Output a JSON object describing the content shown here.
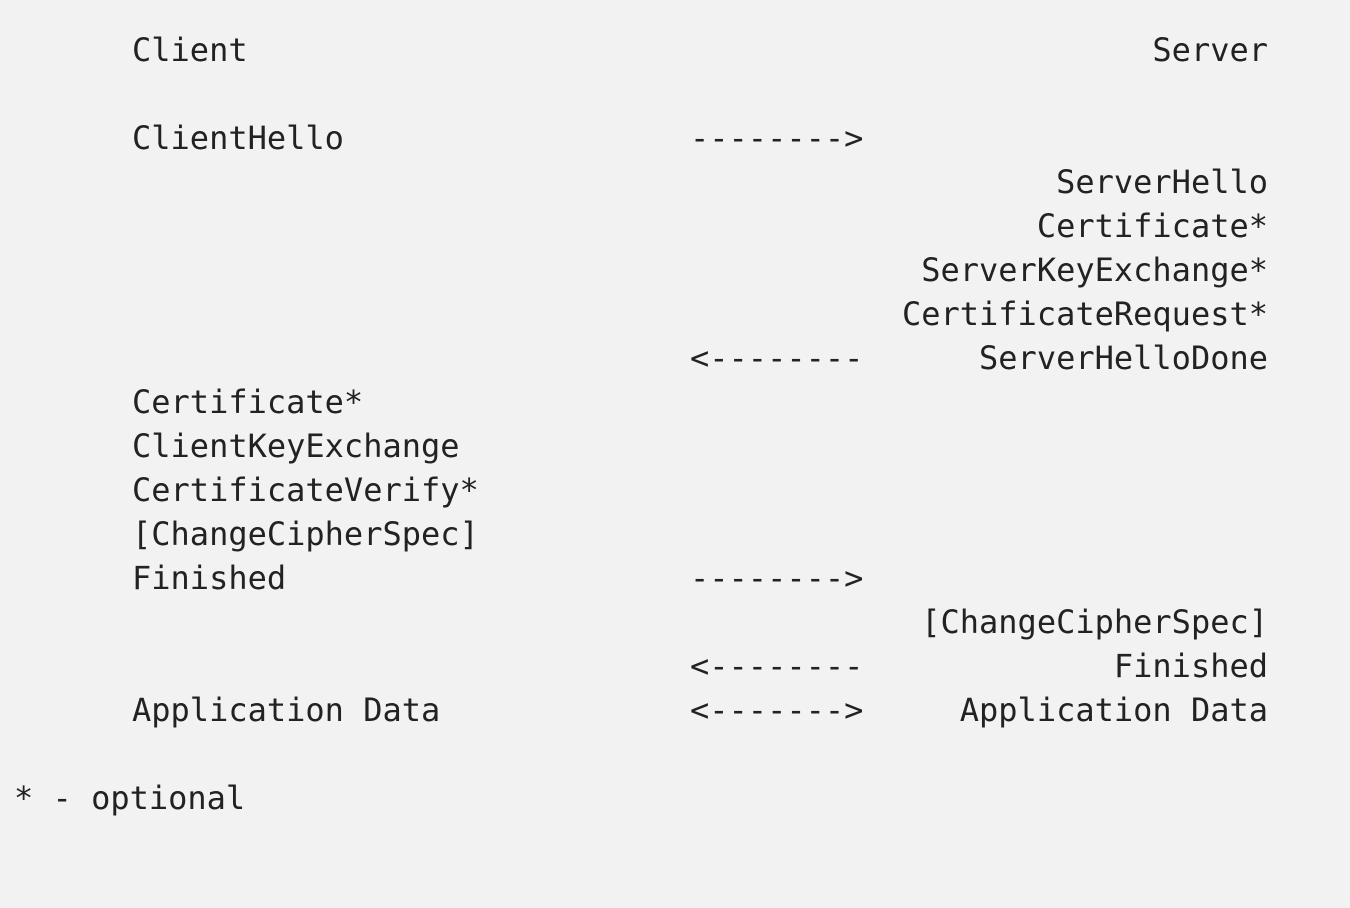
{
  "header": {
    "client": "Client",
    "server": "Server"
  },
  "rows": [
    {
      "client": "ClientHello",
      "arrow": "-------->",
      "server": ""
    },
    {
      "client": "",
      "arrow": "",
      "server": "ServerHello"
    },
    {
      "client": "",
      "arrow": "",
      "server": "Certificate*"
    },
    {
      "client": "",
      "arrow": "",
      "server": "ServerKeyExchange*"
    },
    {
      "client": "",
      "arrow": "",
      "server": "CertificateRequest*"
    },
    {
      "client": "",
      "arrow": "<--------",
      "server": "ServerHelloDone"
    },
    {
      "client": "Certificate*",
      "arrow": "",
      "server": ""
    },
    {
      "client": "ClientKeyExchange",
      "arrow": "",
      "server": ""
    },
    {
      "client": "CertificateVerify*",
      "arrow": "",
      "server": ""
    },
    {
      "client": "[ChangeCipherSpec]",
      "arrow": "",
      "server": ""
    },
    {
      "client": "Finished",
      "arrow": "-------->",
      "server": ""
    },
    {
      "client": "",
      "arrow": "",
      "server": "[ChangeCipherSpec]"
    },
    {
      "client": "",
      "arrow": "<--------",
      "server": "Finished"
    },
    {
      "client": "Application Data",
      "arrow": "<------->",
      "server": "Application Data"
    }
  ],
  "footnote": "* - optional"
}
